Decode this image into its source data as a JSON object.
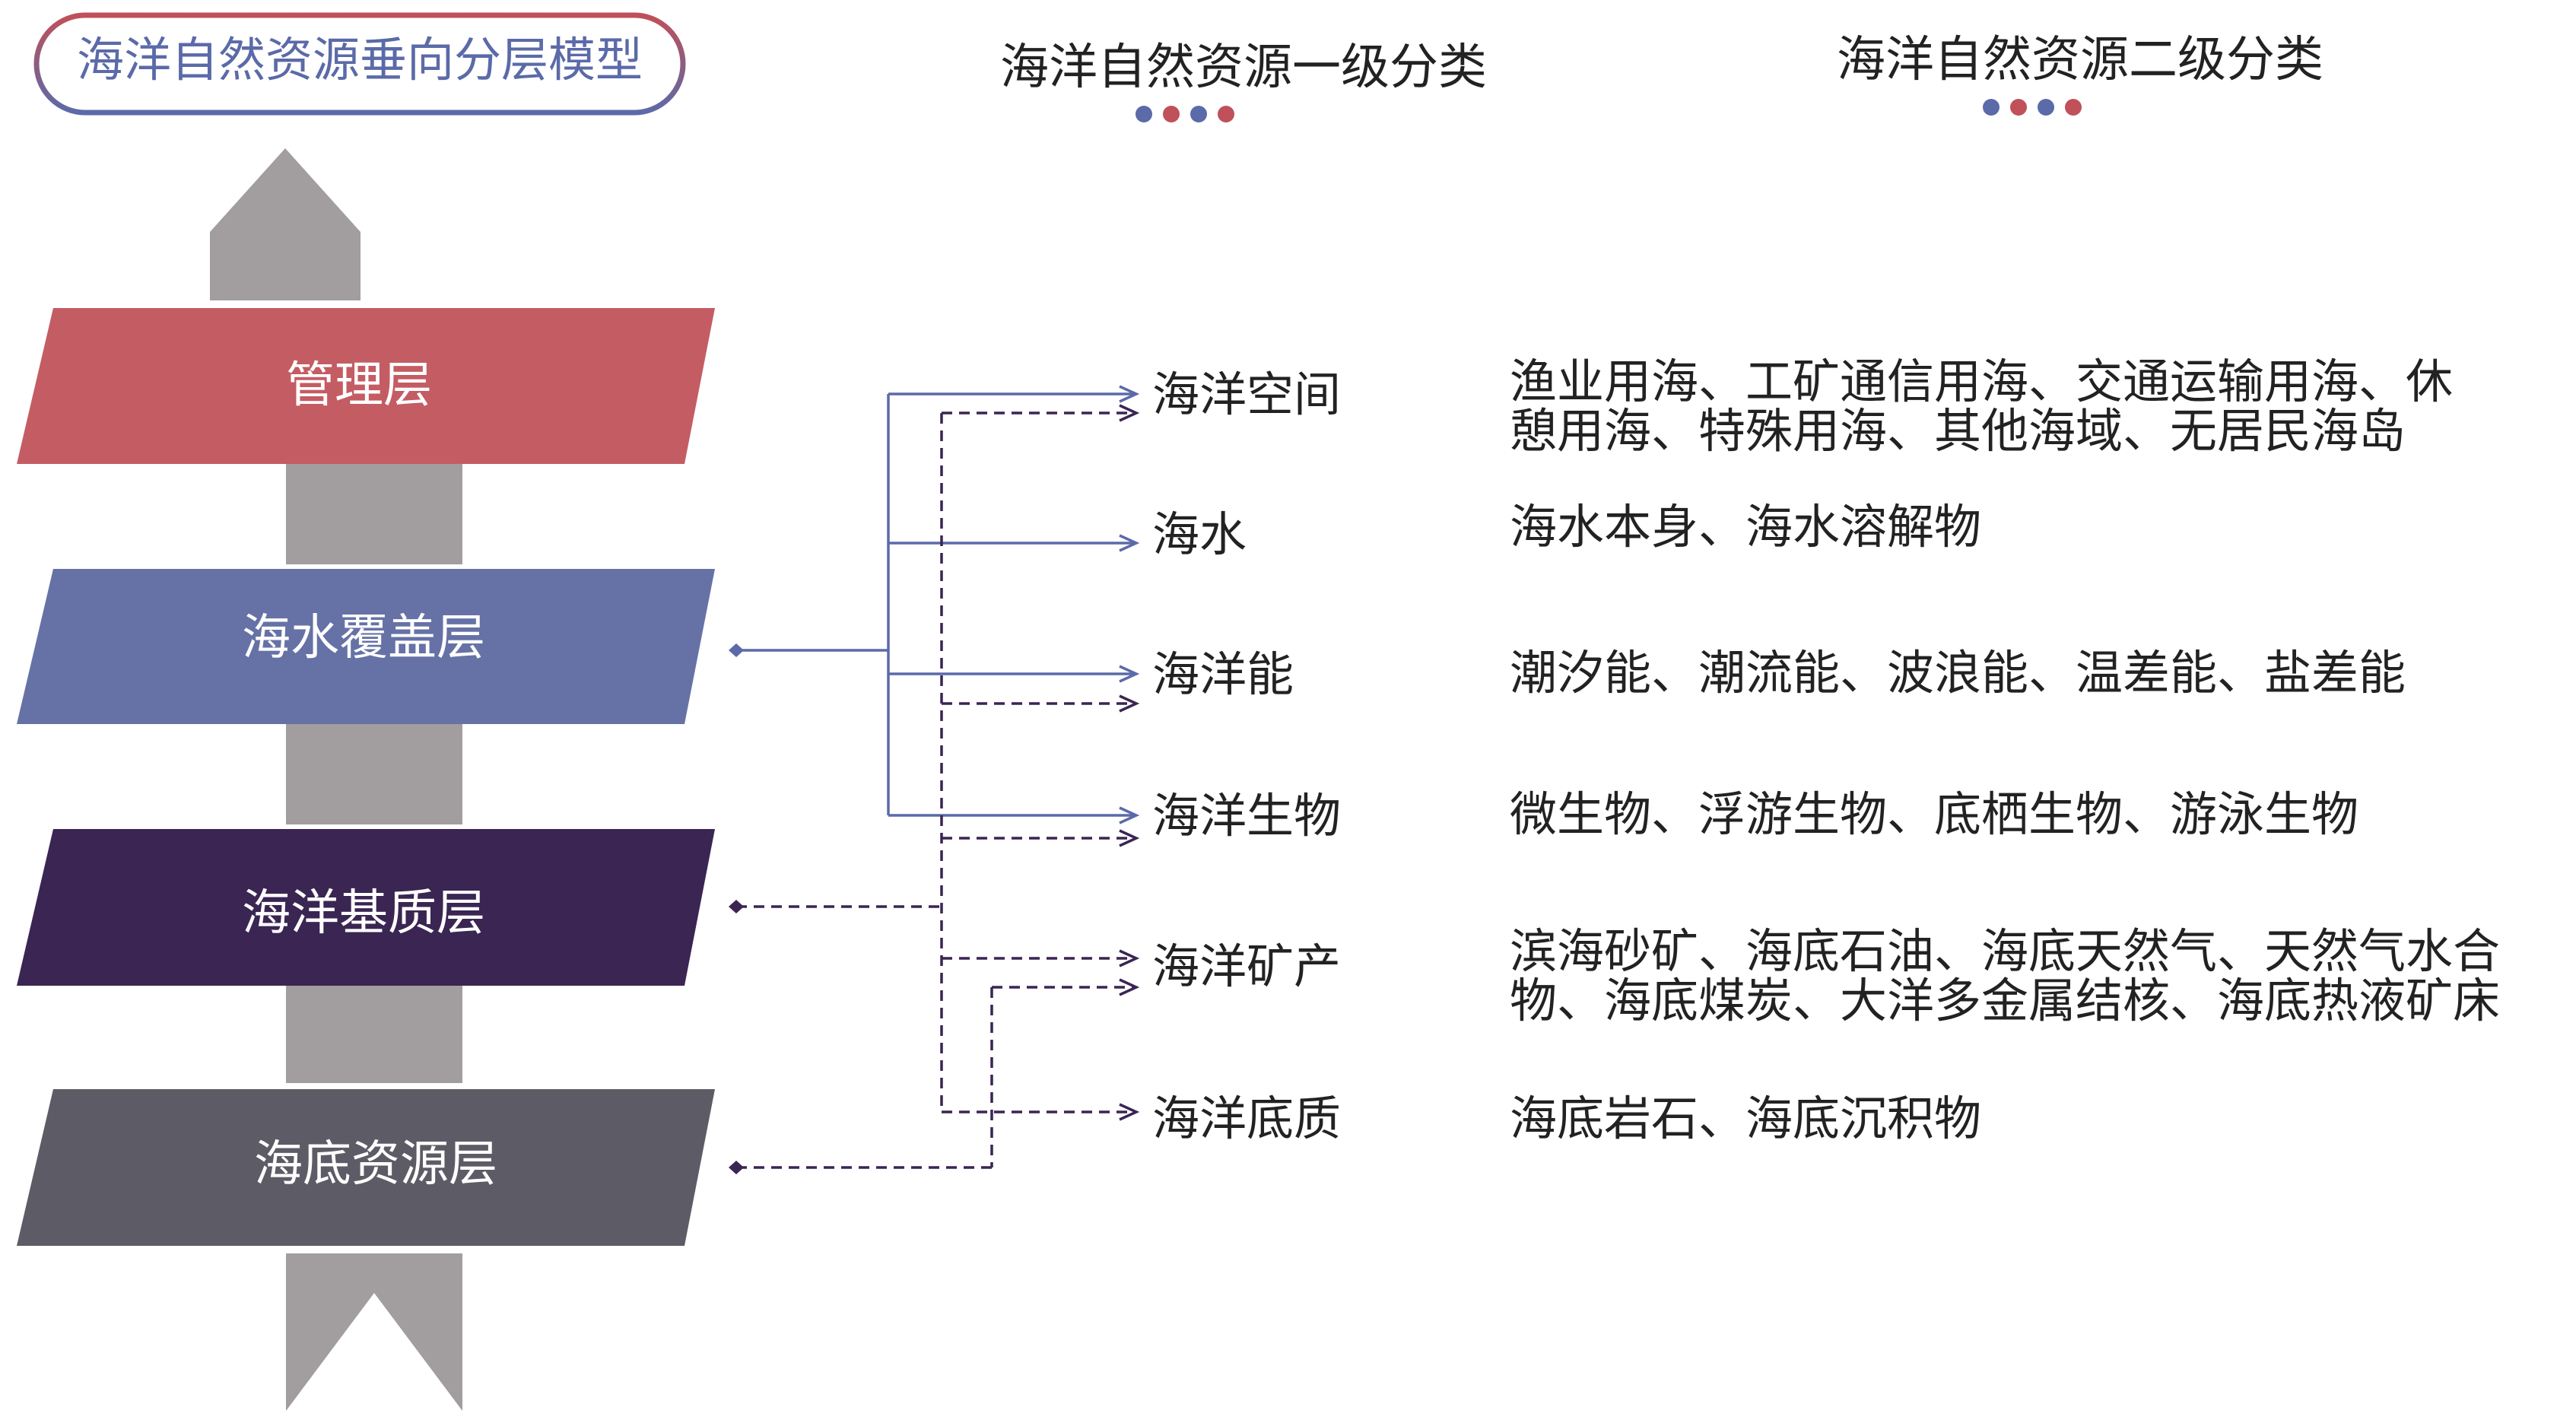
{
  "model_title": "海洋自然资源垂向分层模型",
  "headers": {
    "primary": "海洋自然资源一级分类",
    "secondary": "海洋自然资源二级分类"
  },
  "header_dots": {
    "primary": [
      "#5b6aa8",
      "#c0505a",
      "#5b6aa8",
      "#c0505a"
    ],
    "secondary": [
      "#5b6aa8",
      "#c0505a",
      "#5b6aa8",
      "#c0505a"
    ]
  },
  "layers": [
    {
      "label": "管理层",
      "color": "#c45c64"
    },
    {
      "label": "海水覆盖层",
      "color": "#6672a6"
    },
    {
      "label": "海洋基质层",
      "color": "#3a2553"
    },
    {
      "label": "海底资源层",
      "color": "#5d5c66"
    }
  ],
  "connector_color": "#a29d9e",
  "line_colors": {
    "solid": "#5b6aa8",
    "dashed": "#3a2553"
  },
  "primary_items": [
    "海洋空间",
    "海水",
    "海洋能",
    "海洋生物",
    "海洋矿产",
    "海洋底质"
  ],
  "secondary_items": [
    [
      "渔业用海、工矿通信用海、交通运输用海、休",
      "憩用海、特殊用海、其他海域、无居民海岛"
    ],
    [
      "海水本身、海水溶解物"
    ],
    [
      "潮汐能、潮流能、波浪能、温差能、盐差能"
    ],
    [
      "微生物、浮游生物、底栖生物、游泳生物"
    ],
    [
      "滨海砂矿、海底石油、海底天然气、天然气水合",
      "物、海底煤炭、大洋多金属结核、海底热液矿床"
    ],
    [
      "海底岩石、海底沉积物"
    ]
  ]
}
